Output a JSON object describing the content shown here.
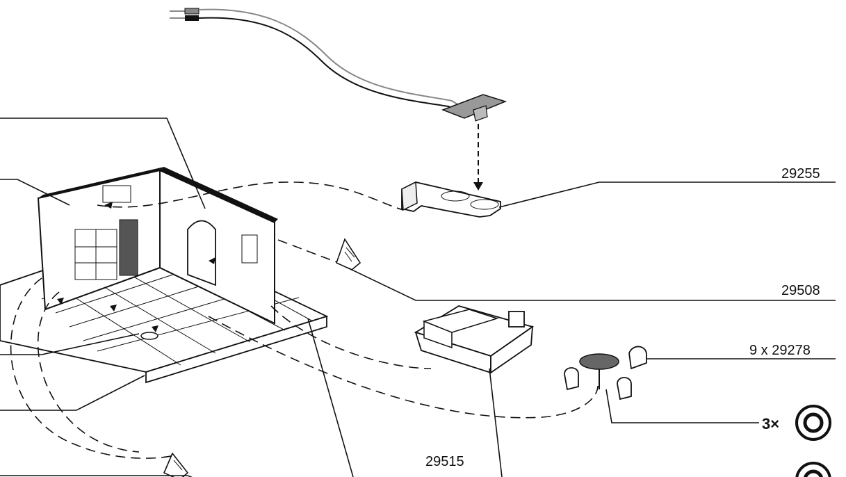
{
  "labels": {
    "part_lamp_holder": "29255",
    "part_menu_sign": "29508",
    "part_chairs": "9  x 29278",
    "part_counter": "29515",
    "table_count": "3×"
  }
}
